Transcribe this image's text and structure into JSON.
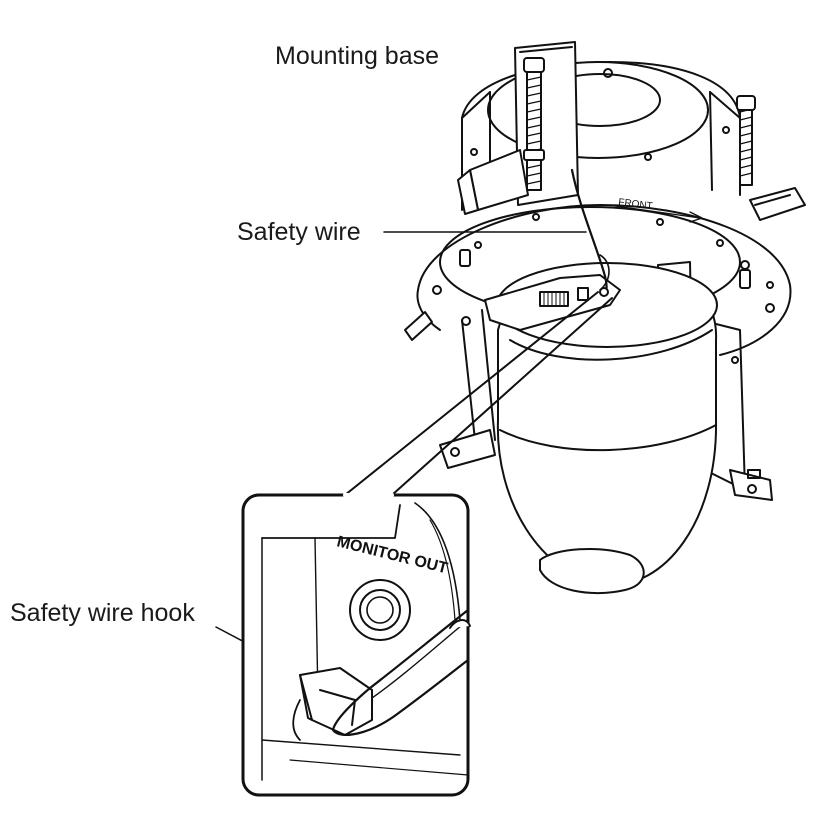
{
  "labels": {
    "mounting_base": "Mounting base",
    "safety_wire": "Safety wire",
    "safety_wire_hook": "Safety wire hook"
  },
  "markings": {
    "front": "FRONT",
    "monitor_out": "MONITOR OUT"
  }
}
